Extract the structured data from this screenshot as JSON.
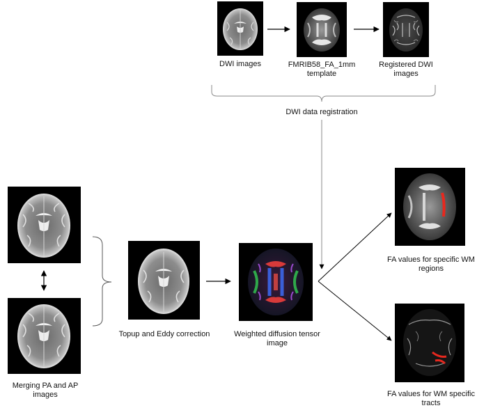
{
  "top": {
    "dwi_images_label": "DWI images",
    "template_label_line1": "FMRIB58_FA_1mm",
    "template_label_line2": "template",
    "registered_label_line1": "Registered DWI",
    "registered_label_line2": "images",
    "registration_label": "DWI data registration"
  },
  "left": {
    "merging_label": "Merging PA and AP images"
  },
  "middle": {
    "topup_label": "Topup and Eddy correction",
    "tensor_label_line1": "Weighted diffusion tensor",
    "tensor_label_line2": "image"
  },
  "right": {
    "regions_label_line1": "FA values for specific WM",
    "regions_label_line2": "regions",
    "tracts_label_line1": "FA values for WM specific",
    "tracts_label_line2": "tracts"
  },
  "colors": {
    "background": "#ffffff",
    "panel": "#000000",
    "arrow": "#000000",
    "bracket": "#8a8a8a",
    "tract_highlight": "#e8281e"
  }
}
